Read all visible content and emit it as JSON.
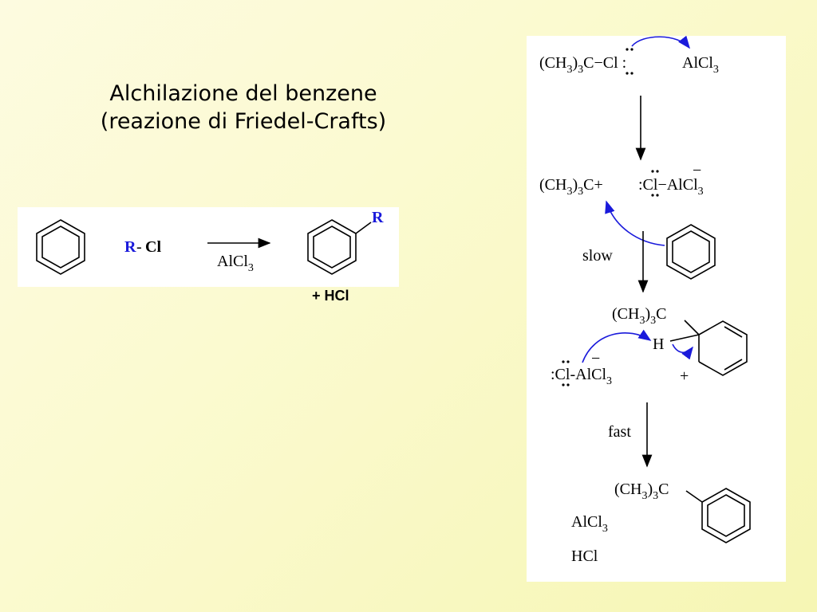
{
  "title": {
    "line1": "Alchilazione del benzene",
    "line2": "(reazione di Friedel-Crafts)"
  },
  "overall": {
    "reagent_r": "R",
    "reagent_dash": "-",
    "reagent_cl": "Cl",
    "catalyst_main": "AlCl",
    "catalyst_sub": "3",
    "product_r": "R",
    "byproduct": "+ HCl"
  },
  "mechanism": {
    "step1": {
      "group": "(CH",
      "sub3a": "3",
      "close": ")",
      "sub3b": "3",
      "c_cl": "C−Cl :",
      "lewis_acid": "AlCl",
      "lewis_sub": "3"
    },
    "step2": {
      "cation": "C+",
      "anion_prefix": ":Cl−",
      "anion_al": "AlCl",
      "anion_sub": "3",
      "minus": "−",
      "label_slow": "slow"
    },
    "step3": {
      "group_c": "C",
      "h": "H",
      "plus": "+",
      "anion_prefix": ":Cl-",
      "anion_al": "AlCl",
      "anion_sub": "3",
      "minus": "−"
    },
    "step4": {
      "label_fast": "fast",
      "group_c": "C",
      "alcl": "AlCl",
      "alcl_sub": "3",
      "hcl": "HCl"
    }
  },
  "colors": {
    "accent_blue": "#1a1adb",
    "background": "#fbfad0"
  }
}
